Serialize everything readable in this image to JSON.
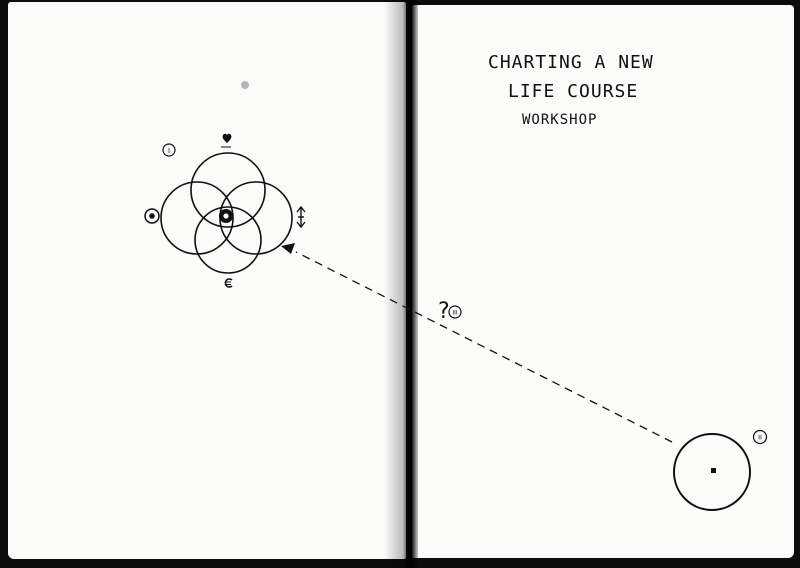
{
  "title": {
    "line1": "Charting a new",
    "line2": "Life course",
    "line3": "Workshop"
  },
  "colors": {
    "ink": "#111111",
    "paper": "#fbfbfa",
    "background": "#0d0d0d"
  },
  "diagram": {
    "model_label": "I",
    "current_label": "II",
    "question_label": "?",
    "question_sub_label": "III",
    "top_circle_glyph": "heart-icon",
    "right_circle_glyph": "arrows-icon",
    "bottom_circle_glyph": "euro-icon",
    "left_circle_glyph": "dot-in-circle-icon"
  }
}
